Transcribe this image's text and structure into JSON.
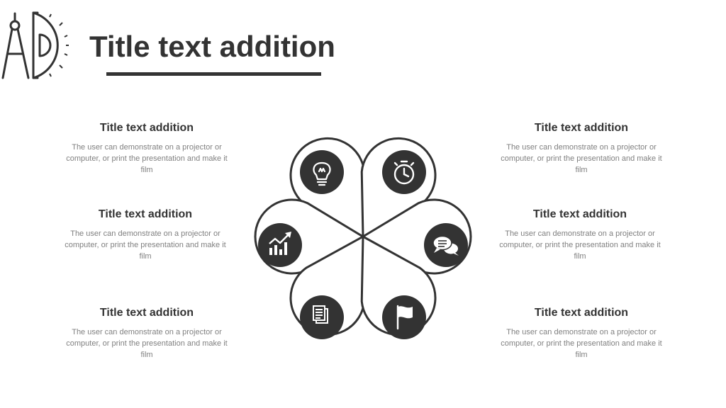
{
  "header": {
    "title": "Title text addition"
  },
  "logo": {
    "icon": "compass-protractor-icon"
  },
  "blocks": [
    {
      "title": "Title text addition",
      "desc": "The user can demonstrate on a projector or computer, or print the presentation and make it film"
    },
    {
      "title": "Title text addition",
      "desc": "The user can demonstrate on a projector or computer, or print the presentation and make it film"
    },
    {
      "title": "Title text addition",
      "desc": "The user can demonstrate on a projector or computer, or print the presentation and make it film"
    },
    {
      "title": "Title text addition",
      "desc": "The user can demonstrate on a projector or computer, or print the presentation and make it film"
    },
    {
      "title": "Title text addition",
      "desc": "The user can demonstrate on a projector or computer, or print the presentation and make it film"
    },
    {
      "title": "Title text addition",
      "desc": "The user can demonstrate on a projector or computer, or print the presentation and make it film"
    }
  ],
  "petals": [
    {
      "icon": "lightbulb-icon"
    },
    {
      "icon": "stopwatch-icon"
    },
    {
      "icon": "growth-chart-icon"
    },
    {
      "icon": "speech-bubbles-icon"
    },
    {
      "icon": "document-icon"
    },
    {
      "icon": "flag-icon"
    }
  ],
  "colors": {
    "text": "#333333",
    "muted": "#808080",
    "icon_bg": "#333333",
    "icon_fg": "#ffffff"
  }
}
